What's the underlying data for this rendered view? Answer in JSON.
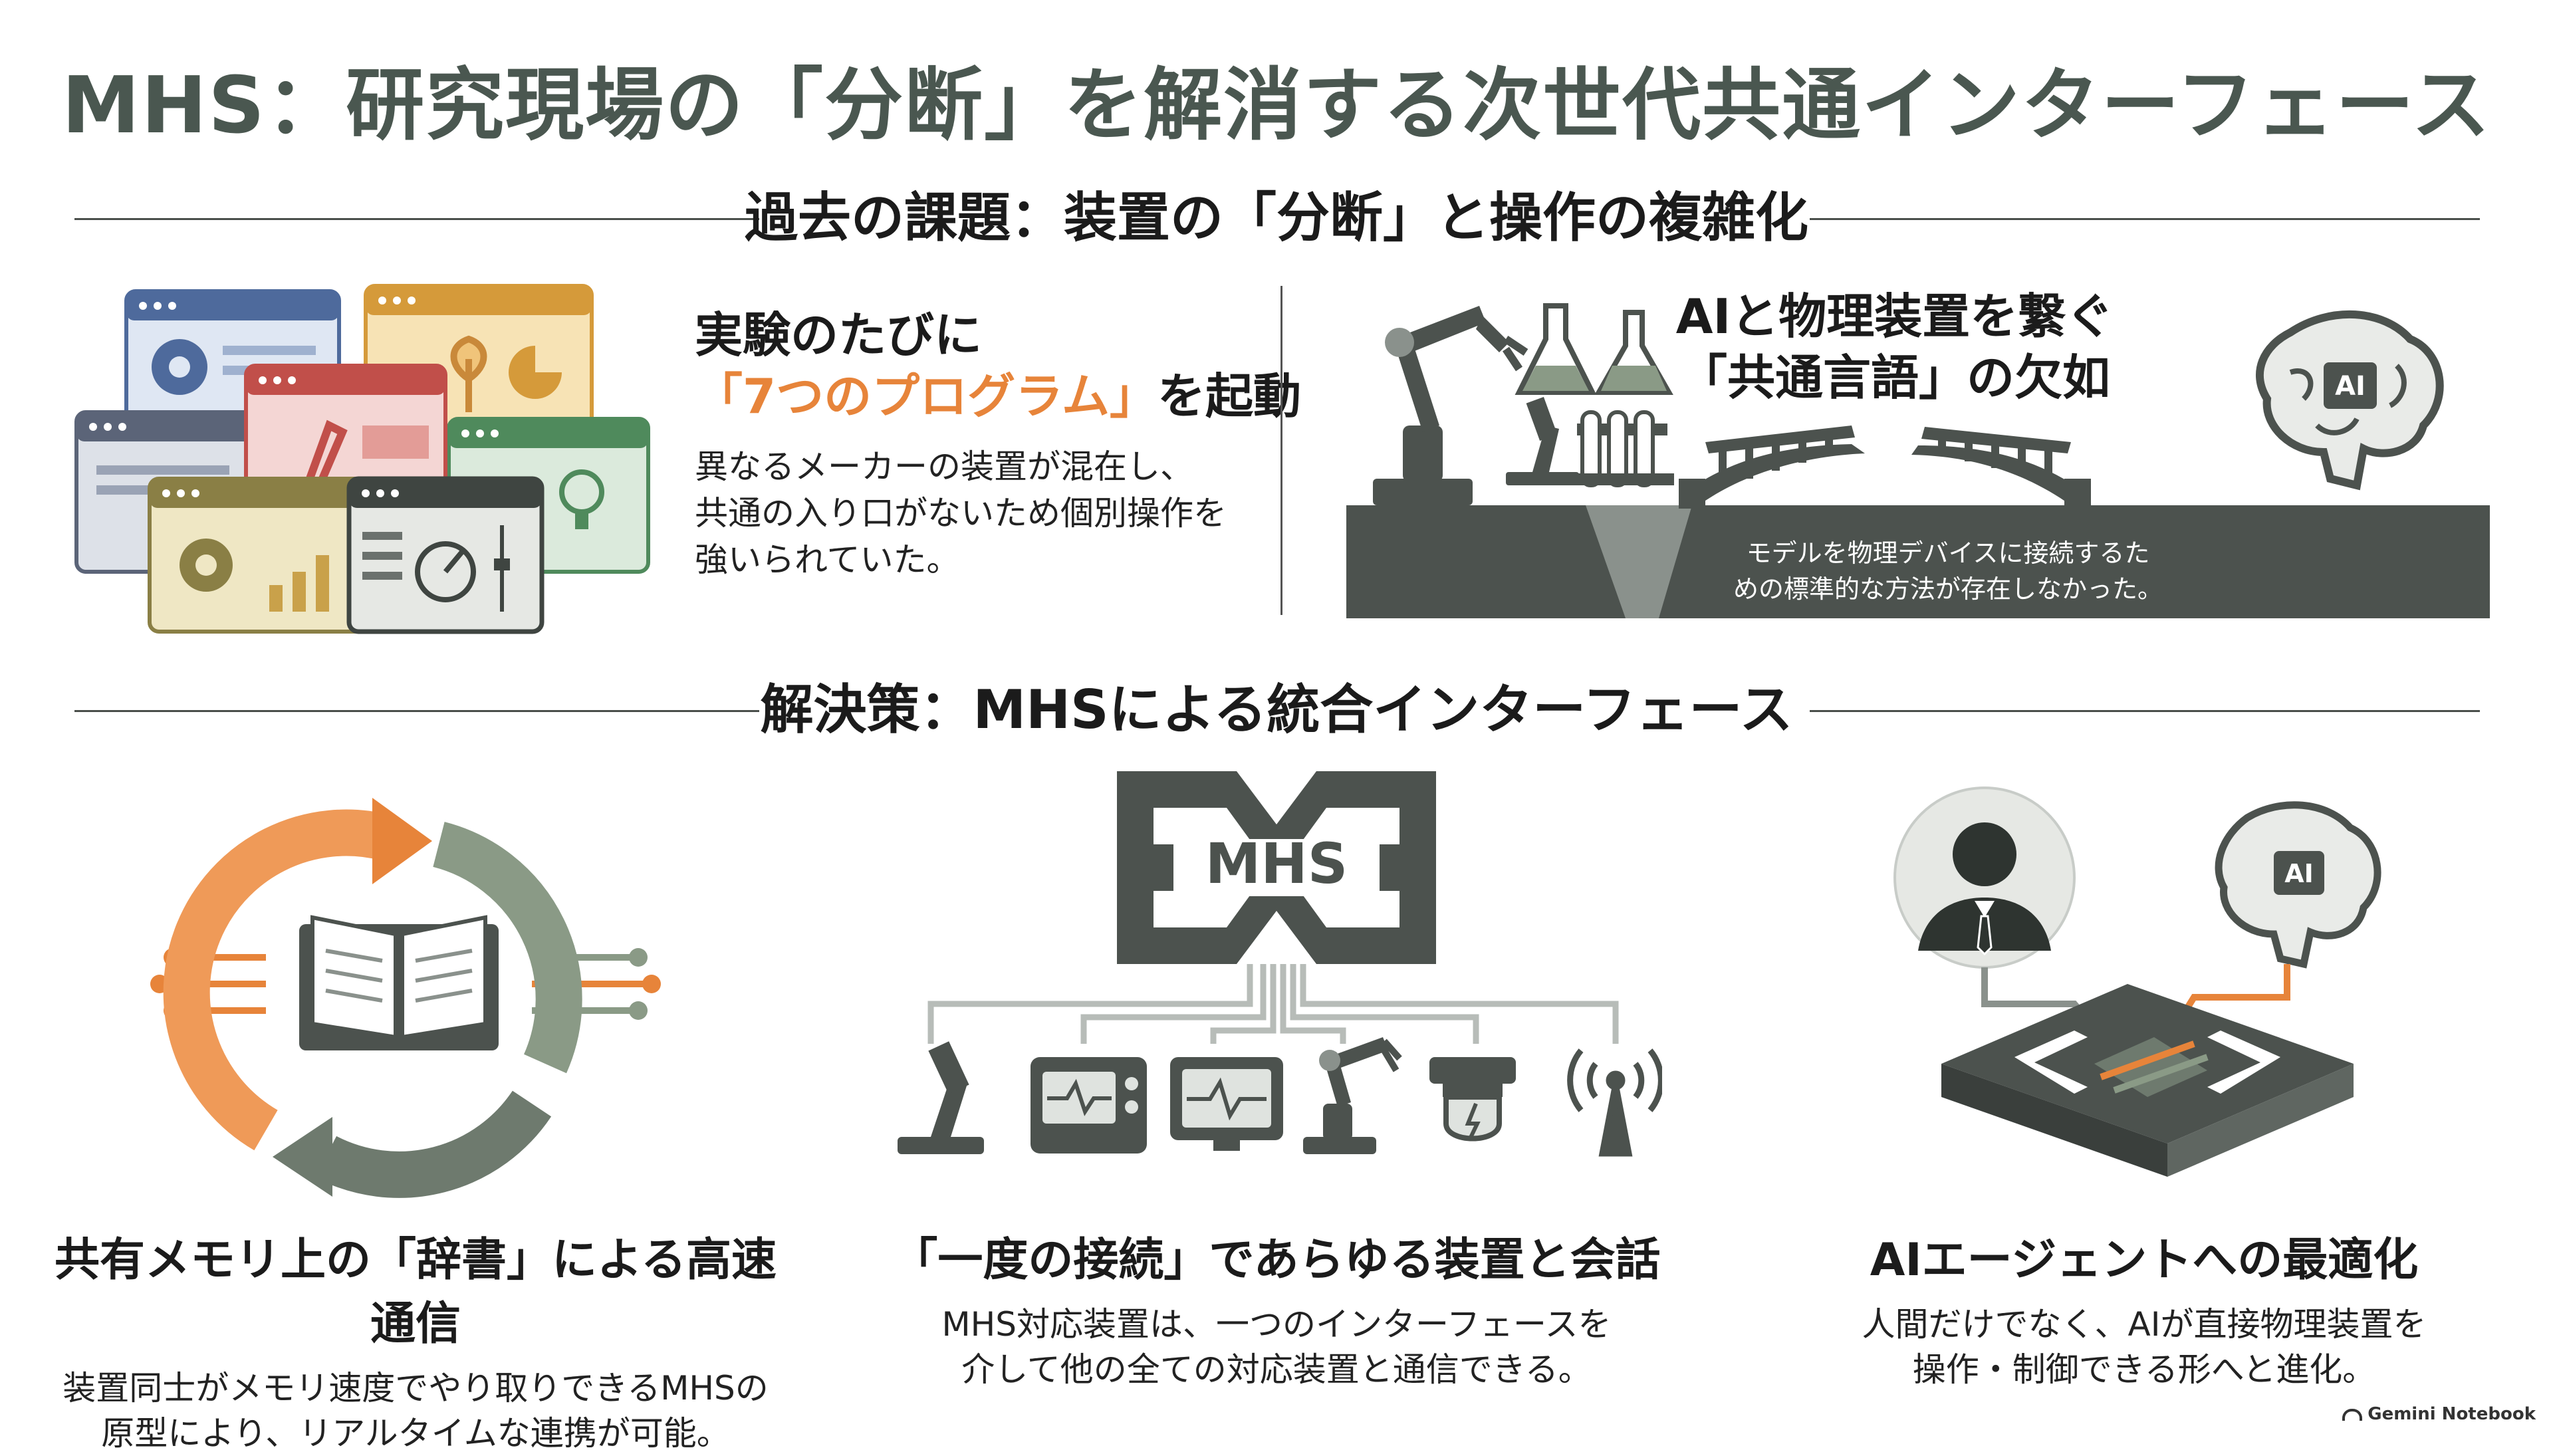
{
  "title": "MHS：研究現場の「分断」を解消する次世代共通インターフェース",
  "section_past": "過去の課題：装置の「分断」と操作の複雑化",
  "past_left": {
    "heading_line1": "実験のたびに",
    "heading_highlight": "「7つのプログラム」",
    "heading_suffix": "を起動",
    "body_line1": "異なるメーカーの装置が混在し、",
    "body_line2": "共通の入り口がないため個別操作を",
    "body_line3": "強いられていた。"
  },
  "past_right": {
    "heading_line1": "AIと物理装置を繋ぐ",
    "heading_line2": "「共通言語」の欠如",
    "caption_line1": "モデルを物理デバイスに接続するた",
    "caption_line2": "めの標準的な方法が存在しなかった。",
    "ai_label": "AI"
  },
  "section_solution": "解決策：MHSによる統合インターフェース",
  "solution": {
    "col1": {
      "heading": "共有メモリ上の「辞書」による高速通信",
      "body_line1": "装置同士がメモリ速度でやり取りできるMHSの",
      "body_line2": "原型により、リアルタイムな連携が可能。"
    },
    "col2": {
      "logo_text": "MHS",
      "heading": "「一度の接続」であらゆる装置と会話",
      "body_line1": "MHS対応装置は、一つのインターフェースを",
      "body_line2": "介して他の全ての対応装置と通信できる。"
    },
    "col3": {
      "ai_label": "AI",
      "heading": "AIエージェントへの最適化",
      "body_line1": "人間だけでなく、AIが直接物理装置を",
      "body_line2": "操作・制御できる形へと進化。"
    }
  },
  "footer": "Gemini Notebook",
  "colors": {
    "accent_orange": "#e7843a",
    "sage": "#8a9a86",
    "dark_green": "#4a5750",
    "text": "#1b1b1b"
  }
}
